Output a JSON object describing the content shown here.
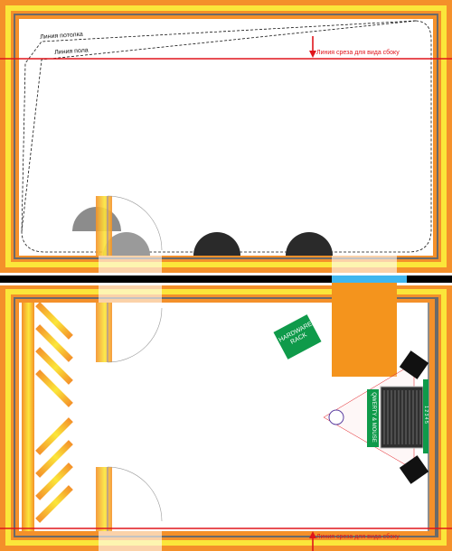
{
  "top_view": {
    "ceiling_line_label": "Линия потолка",
    "floor_line_label": "Линия пола",
    "cut_line_label": "Линия среза для вида сбоку"
  },
  "bottom_view": {
    "rack_label": "HARDWARE RACK",
    "keyboard_label": "QWERTY & MOUSE",
    "monitor_label": "1 2 3 4 5",
    "cut_line_label": "Линия среза для вида сбоку"
  },
  "colors": {
    "wall_outer": "#f4902a",
    "wall_yellow": "#fbe63a",
    "wall_grey": "#6a6a6a",
    "cut_line": "#e0151b",
    "divider": "#000000",
    "blue_opening": "#3fb6ee",
    "rack_green": "#0f9a4a",
    "orange_block": "#f4941d",
    "speaker_dark": "#2a2a2a"
  }
}
